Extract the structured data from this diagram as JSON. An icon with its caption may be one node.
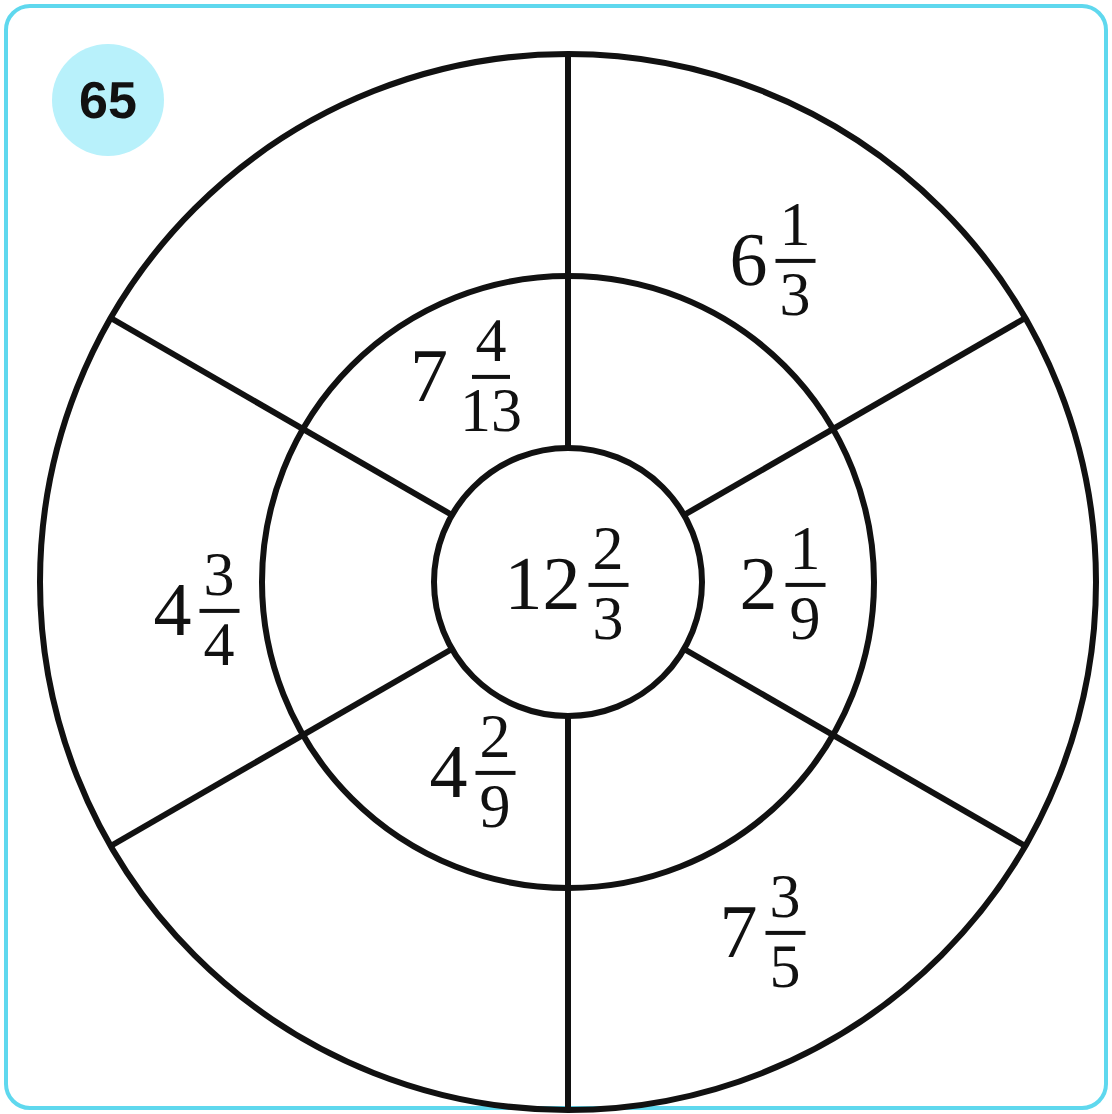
{
  "diagram": {
    "nodes": [
      {
        "text": [
          "65"
        ]
      }
    ],
    "labels": [
      "6",
      "1",
      "3",
      "7",
      "4",
      "13",
      "4",
      "3",
      "4",
      "12",
      "2",
      "3",
      "2",
      "1",
      "9",
      "4",
      "2",
      "9",
      "7",
      "3",
      "5"
    ]
  }
}
